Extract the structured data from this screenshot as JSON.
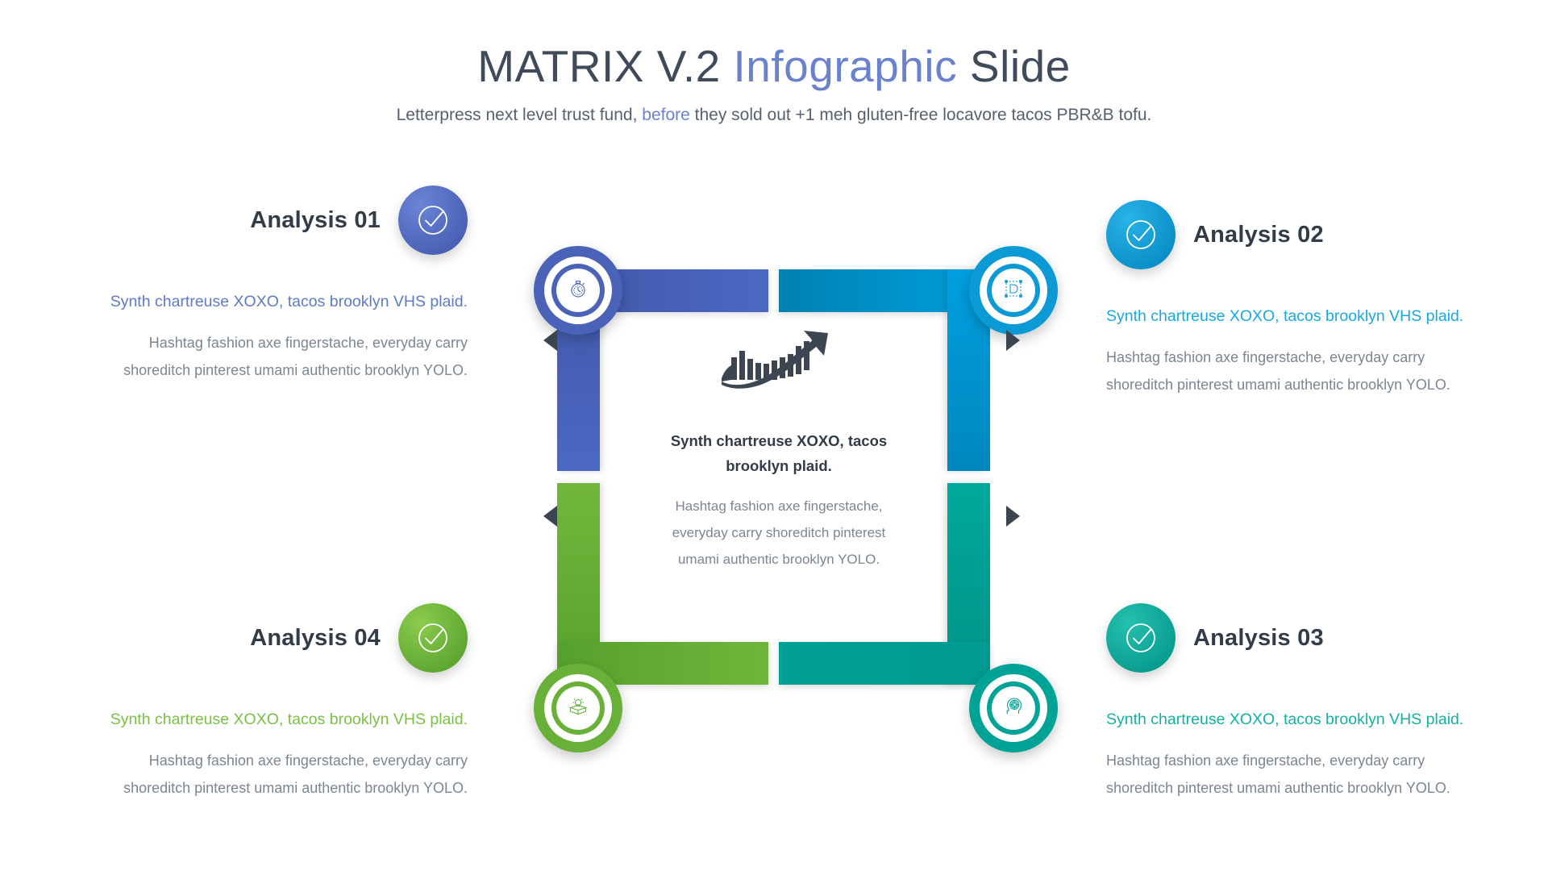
{
  "header": {
    "title_part1": "MATRIX V.2 ",
    "title_accent": "Infographic",
    "title_part2": " Slide",
    "subtitle_part1": "Letterpress next level trust fund, ",
    "subtitle_accent": "before",
    "subtitle_part2": " they sold out +1 meh gluten-free locavore tacos PBR&B tofu.",
    "title_color": "#3f4a5a",
    "accent_color": "#6a82cd"
  },
  "center": {
    "icon": "growth-bar-chart-arrow-icon",
    "title": "Synth chartreuse XOXO, tacos brooklyn plaid.",
    "body": "Hashtag fashion axe fingerstache, everyday carry shoreditch pinterest umami authentic brooklyn YOLO.",
    "arrows": [
      {
        "name": "arrow-left-top",
        "direction": "left"
      },
      {
        "name": "arrow-left-bottom",
        "direction": "left"
      },
      {
        "name": "arrow-right-top",
        "direction": "right"
      },
      {
        "name": "arrow-right-bottom",
        "direction": "right"
      }
    ]
  },
  "nodes": [
    {
      "id": "node-tl",
      "icon": "stopwatch-icon",
      "color": "#4a63b8"
    },
    {
      "id": "node-tr",
      "icon": "vector-design-icon",
      "color": "#0c9ad6"
    },
    {
      "id": "node-bl",
      "icon": "open-box-idea-icon",
      "color": "#68b038"
    },
    {
      "id": "node-br",
      "icon": "head-maze-brain-icon",
      "color": "#00a396"
    }
  ],
  "analyses": [
    {
      "id": "analysis-01",
      "title": "Analysis 01",
      "lead": "Synth chartreuse XOXO, tacos brooklyn VHS plaid.",
      "body": "Hashtag fashion axe fingerstache, everyday carry shoreditch pinterest umami authentic brooklyn YOLO.",
      "color": "#5e7ac8",
      "badge_icon": "check-circle-icon"
    },
    {
      "id": "analysis-02",
      "title": "Analysis 02",
      "lead": "Synth chartreuse XOXO, tacos brooklyn VHS plaid.",
      "body": "Hashtag fashion axe fingerstache, everyday carry shoreditch pinterest umami authentic brooklyn YOLO.",
      "color": "#19a8e0",
      "badge_icon": "check-circle-icon"
    },
    {
      "id": "analysis-03",
      "title": "Analysis 03",
      "lead": "Synth chartreuse XOXO, tacos brooklyn VHS plaid.",
      "body": "Hashtag fashion axe fingerstache, everyday carry shoreditch pinterest umami authentic brooklyn YOLO.",
      "color": "#16b0a3",
      "badge_icon": "check-circle-icon"
    },
    {
      "id": "analysis-04",
      "title": "Analysis 04",
      "lead": "Synth chartreuse XOXO, tacos brooklyn VHS plaid.",
      "body": "Hashtag fashion axe fingerstache, everyday carry shoreditch pinterest umami authentic brooklyn YOLO.",
      "color": "#7ac143",
      "badge_icon": "check-circle-icon"
    }
  ]
}
